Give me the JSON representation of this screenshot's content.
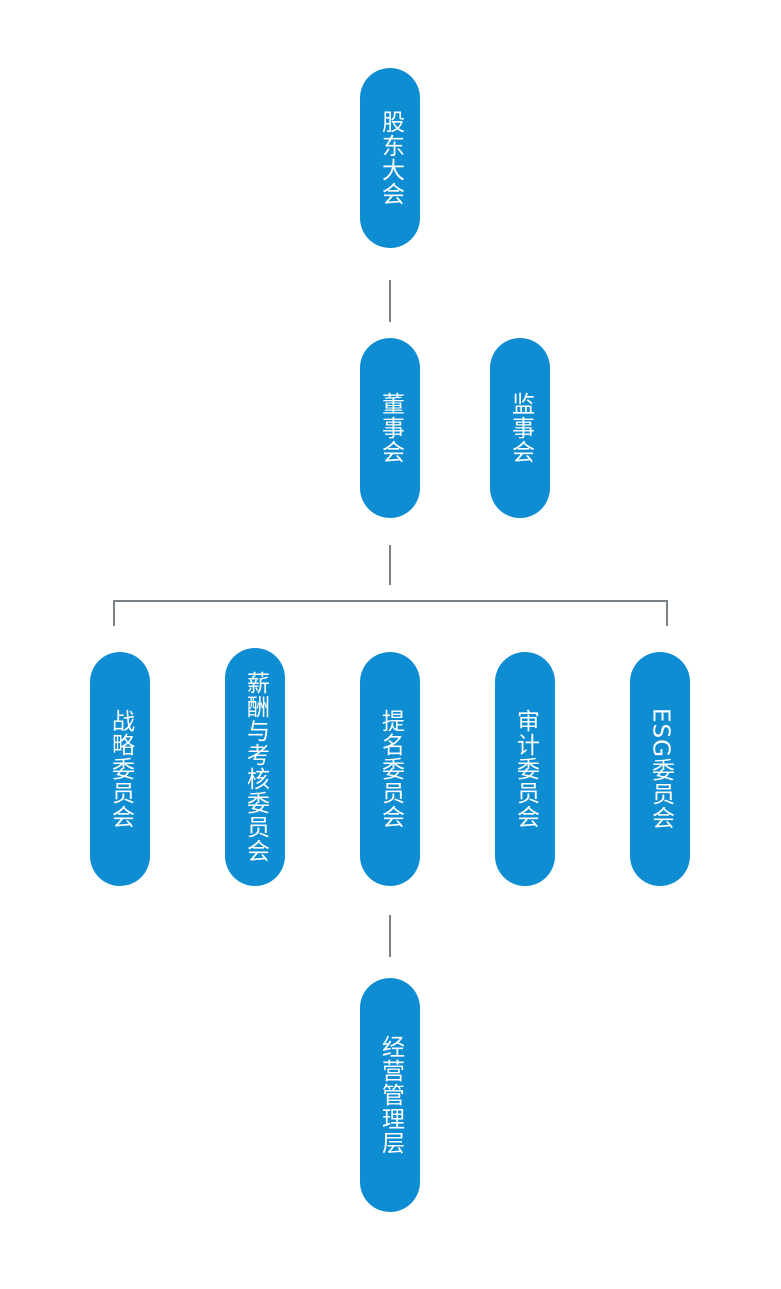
{
  "diagram": {
    "type": "organizational-chart",
    "orientation": "top-down",
    "text_direction": "vertical",
    "colors": {
      "node_fill": "#0f8dd3",
      "node_text": "#ffffff",
      "connector": "#7a8287",
      "background": "#ffffff"
    },
    "levels": [
      {
        "level": 1,
        "nodes": [
          {
            "id": "shareholders-meeting",
            "label": "股东大会"
          }
        ]
      },
      {
        "level": 2,
        "nodes": [
          {
            "id": "board-of-directors",
            "label": "董事会"
          },
          {
            "id": "board-of-supervisors",
            "label": "监事会"
          }
        ]
      },
      {
        "level": 3,
        "nodes": [
          {
            "id": "strategy-committee",
            "label": "战略委员会"
          },
          {
            "id": "remuneration-appraisal-committee",
            "label": "薪酬与考核委员会"
          },
          {
            "id": "nomination-committee",
            "label": "提名委员会"
          },
          {
            "id": "audit-committee",
            "label": "审计委员会"
          },
          {
            "id": "esg-committee",
            "label": "ESG委员会"
          }
        ]
      },
      {
        "level": 4,
        "nodes": [
          {
            "id": "operating-management",
            "label": "经营管理层"
          }
        ]
      }
    ],
    "connections": [
      {
        "from": "shareholders-meeting",
        "to": "board-of-directors"
      },
      {
        "from": "board-of-directors",
        "to": "committee-bus"
      },
      {
        "from": "nomination-committee",
        "to": "operating-management"
      }
    ]
  }
}
